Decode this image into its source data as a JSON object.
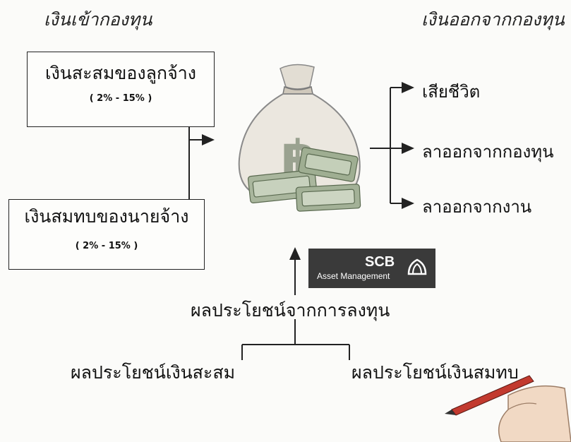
{
  "header": {
    "inflow": "เงินเข้ากองทุน",
    "outflow": "เงินออกจากกองทุน"
  },
  "inputs": [
    {
      "label": "เงินสะสมของลูกจ้าง",
      "range": "( 2% - 15% )"
    },
    {
      "label": "เงินสมทบของนายจ้าง",
      "range": "( 2% - 15% )"
    }
  ],
  "fund_icon": {
    "symbol": "฿"
  },
  "outputs": [
    "เสียชีวิต",
    "ลาออกจากกองทุน",
    "ลาออกจากงาน"
  ],
  "logo": {
    "name": "SCB",
    "subtitle": "Asset Management"
  },
  "benefit": {
    "title": "ผลประโยชน์จากการลงทุน",
    "children": [
      "ผลประโยชน์เงินสะสม",
      "ผลประโยชน์เงินสมทบ"
    ]
  },
  "colors": {
    "line": "#222222",
    "bag": "#e8e4dc",
    "cash": "#9fae92",
    "logo_bg": "#3a3a3a"
  }
}
